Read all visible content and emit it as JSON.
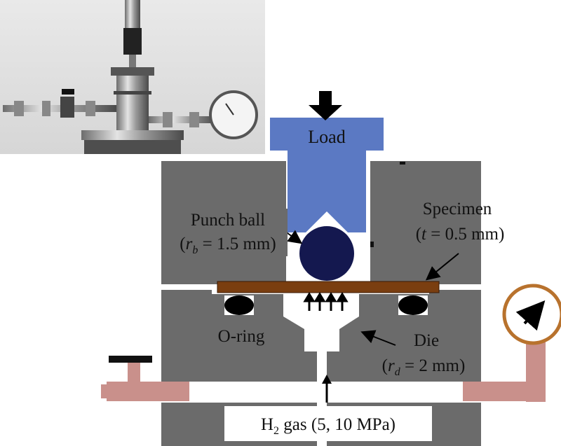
{
  "labels": {
    "load": "Load",
    "punch_ball": {
      "line1": "Punch ball",
      "open": "(",
      "var": "r",
      "sub": "b",
      "value": " = 1.5 mm)"
    },
    "specimen": {
      "line1": "Specimen",
      "open": "(",
      "var": "t",
      "value": " = 0.5 mm)"
    },
    "o_ring": "O-ring",
    "die": {
      "line1": "Die",
      "open": "(",
      "var": "r",
      "sub": "d",
      "value": " = 2 mm)"
    },
    "gas": {
      "prefix": "H",
      "sub": "2",
      "suffix": " gas (5, 10 MPa)"
    }
  },
  "colors": {
    "housing": "#6b6b6b",
    "punch": "#5b79c3",
    "ball": "#14184f",
    "specimen": "#7a3e10",
    "pipe": "#c9908b",
    "gauge_ring": "#b8722d",
    "o_ring": "#000000"
  },
  "icons": {
    "photo": "test-apparatus-photo",
    "gauge": "pressure-gauge-icon",
    "valve": "valve-handle-icon"
  }
}
